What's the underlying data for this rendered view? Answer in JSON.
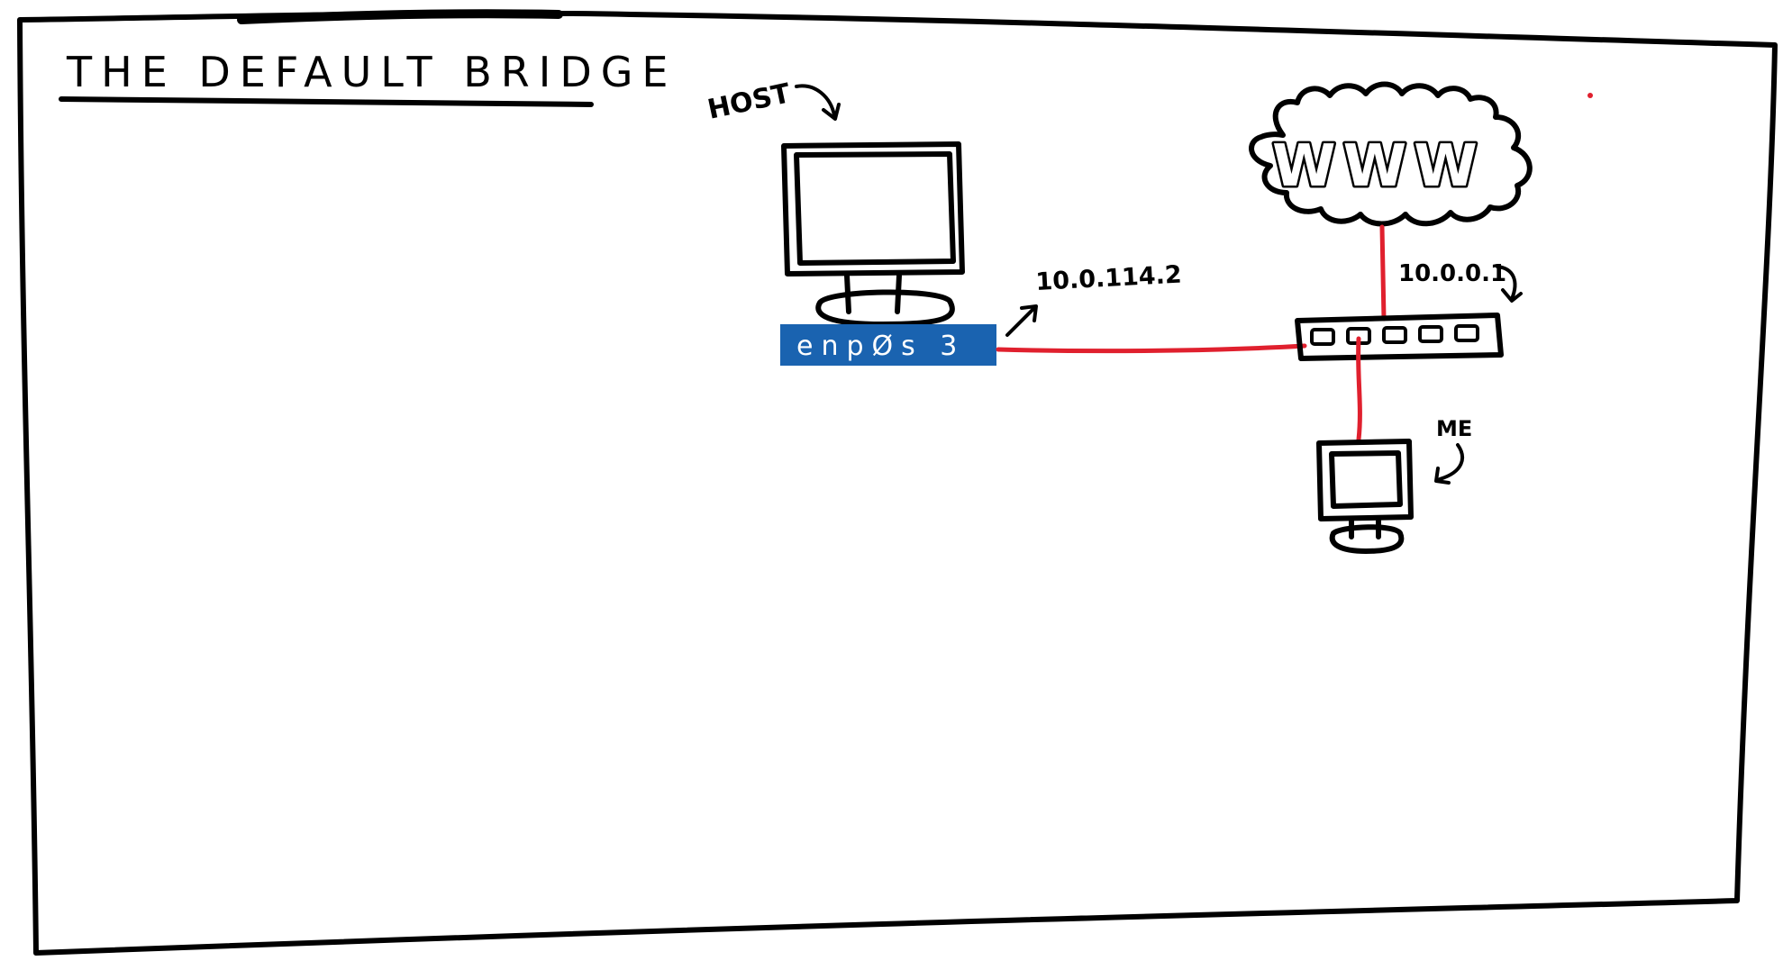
{
  "title": "THE DEFAULT BRIDGE",
  "labels": {
    "host": "HOST",
    "host_ip": "10.0.114.2",
    "gateway_ip": "10.0.0.1",
    "me": "ME",
    "internet": "WWW"
  },
  "interface": {
    "name": "enpØs 3",
    "color": "#1a63b0"
  },
  "colors": {
    "ink": "#000000",
    "wire": "#e0202e",
    "background": "#ffffff"
  }
}
